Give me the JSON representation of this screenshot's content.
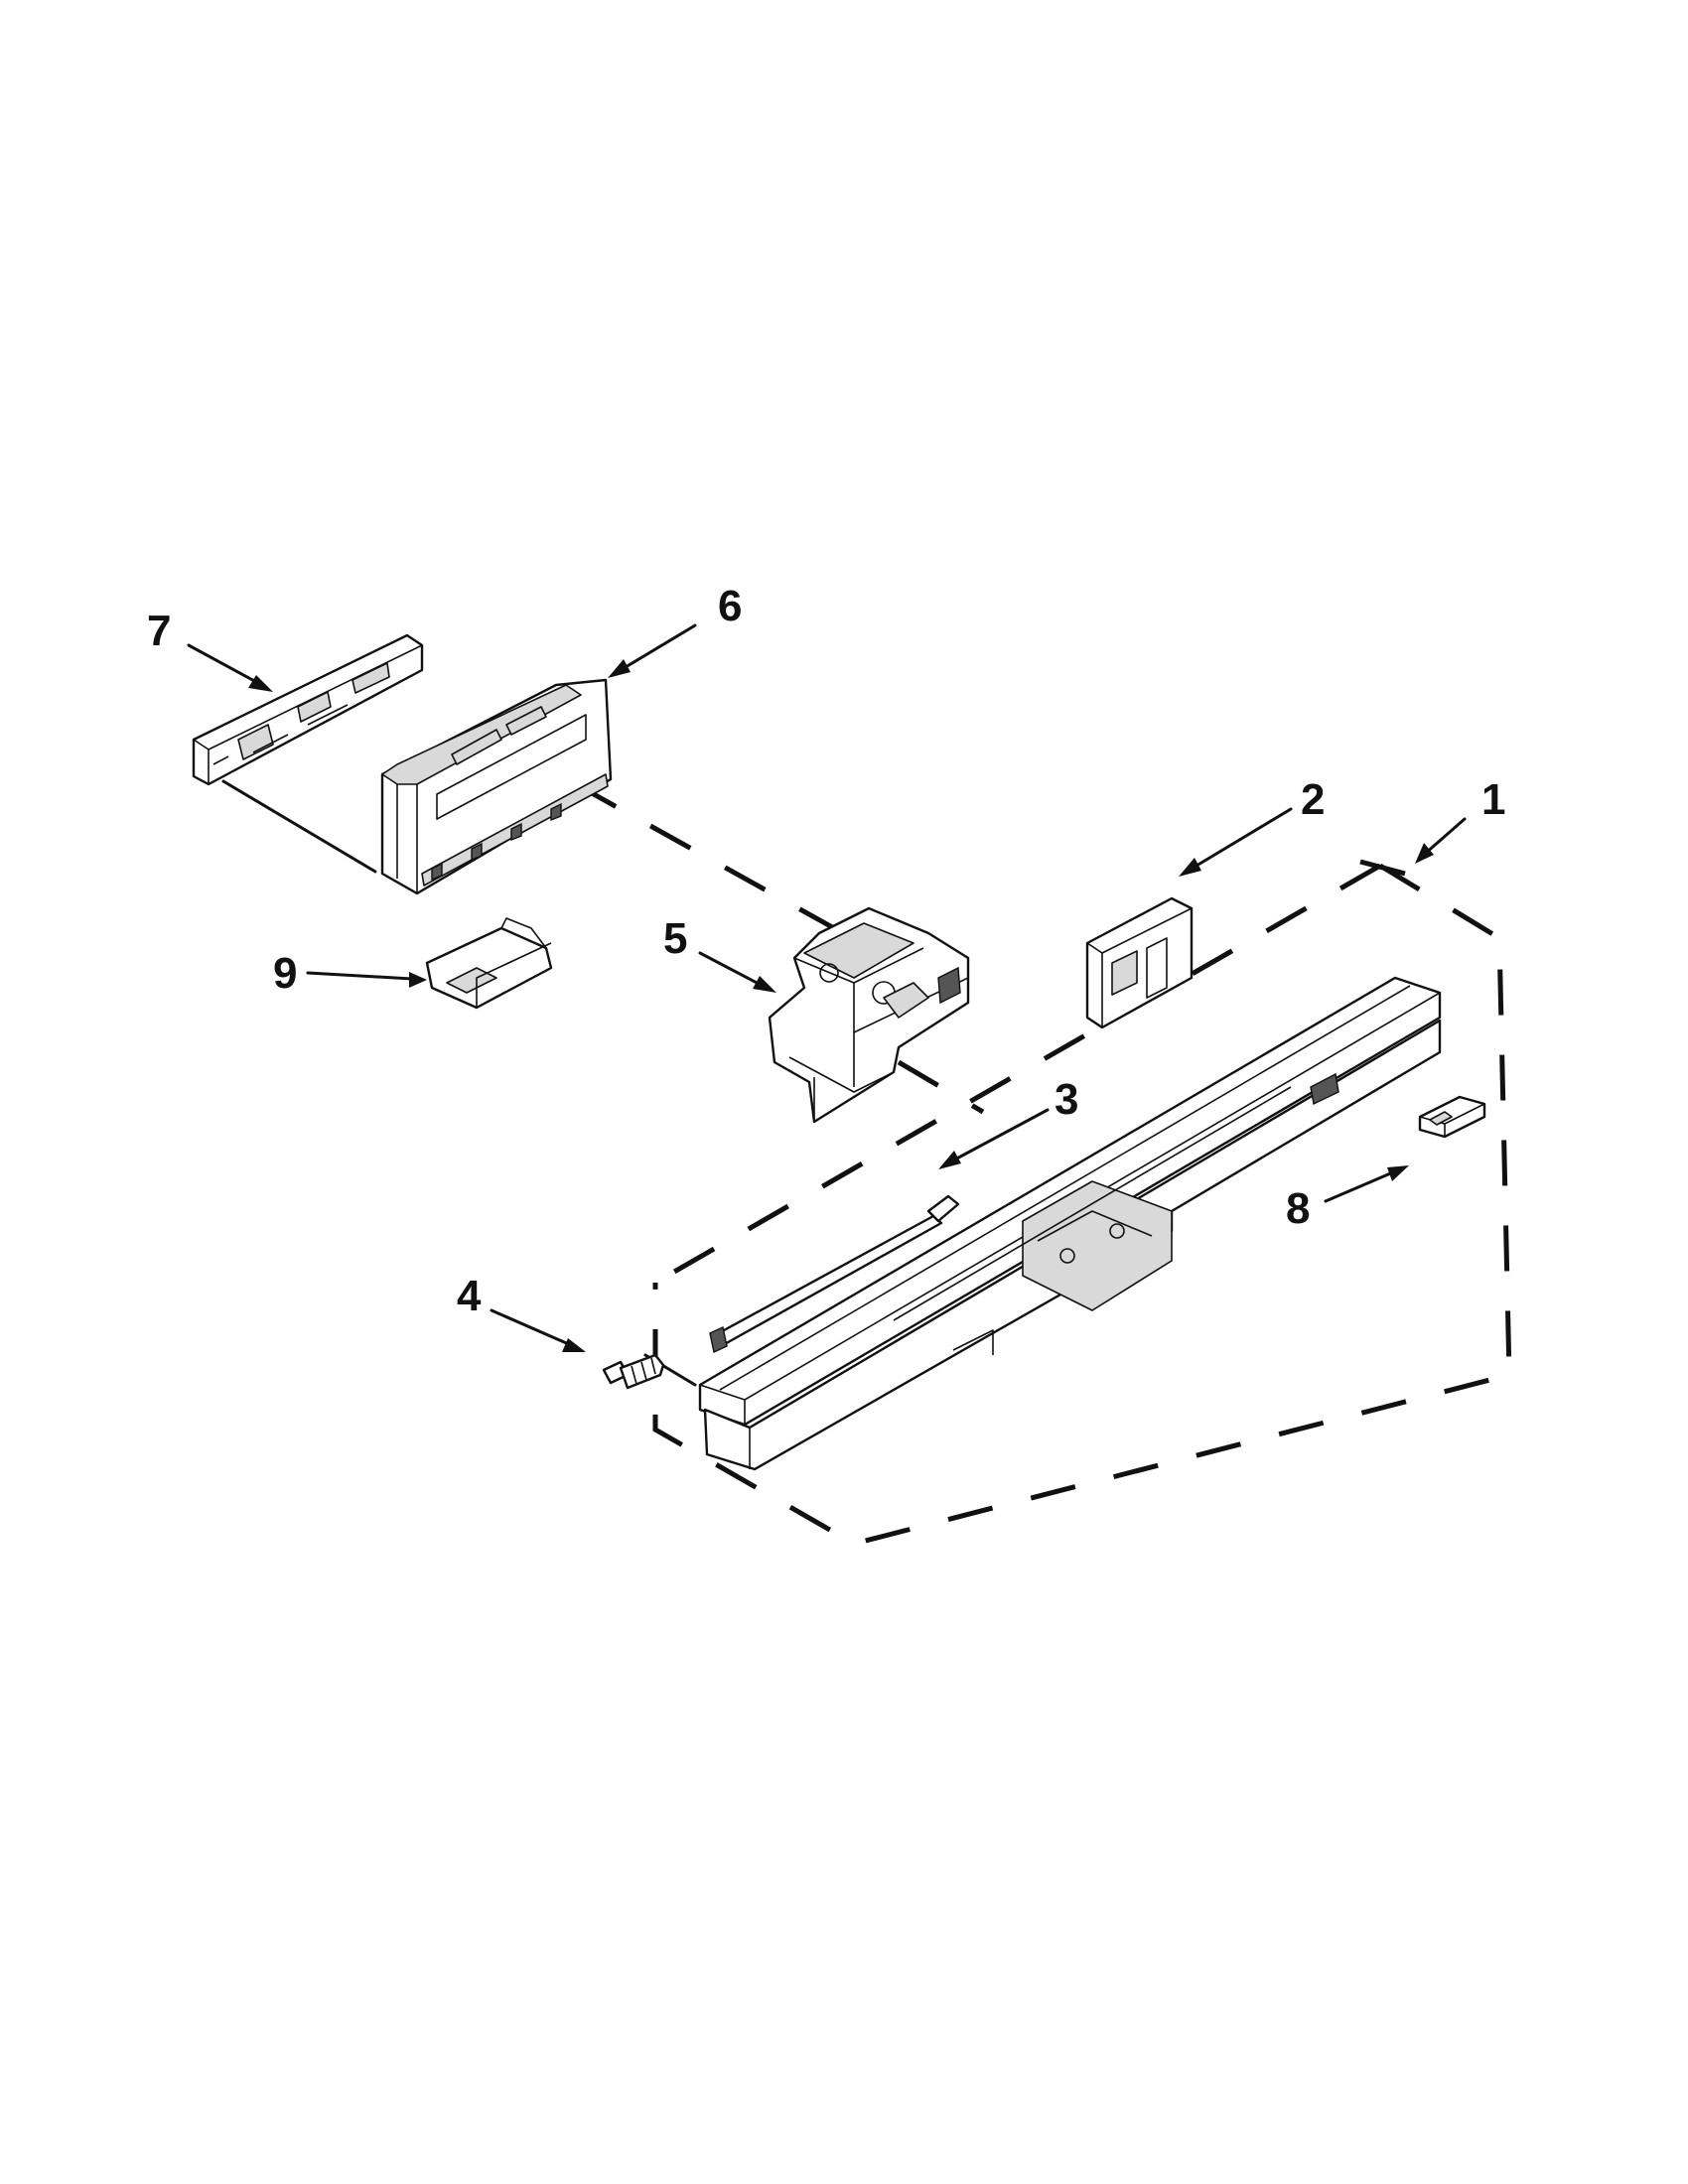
{
  "callouts": [
    {
      "id": "1",
      "label": "1"
    },
    {
      "id": "2",
      "label": "2"
    },
    {
      "id": "3",
      "label": "3"
    },
    {
      "id": "4",
      "label": "4"
    },
    {
      "id": "5",
      "label": "5"
    },
    {
      "id": "6",
      "label": "6"
    },
    {
      "id": "7",
      "label": "7"
    },
    {
      "id": "8",
      "label": "8"
    },
    {
      "id": "9",
      "label": "9"
    }
  ],
  "colors": {
    "line": "#111111",
    "background": "#ffffff",
    "shade": "#d9d9d9"
  }
}
